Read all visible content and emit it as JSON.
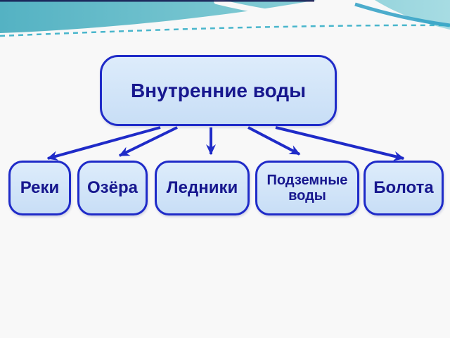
{
  "slide": {
    "background_color": "#f8f8f8",
    "header_wave": {
      "teal_gradient_left": "#54b2c3",
      "teal_gradient_right": "#a7dce3",
      "accent_band_color": "#2e9fc4",
      "dotted_line_color": "#35aec6",
      "top_edge_line_color": "#10104a"
    },
    "diagram": {
      "root": {
        "label": "Внутренние воды"
      },
      "children": [
        {
          "label": "Реки"
        },
        {
          "label": "Озёра"
        },
        {
          "label": "Ледники"
        },
        {
          "label": "Подземные воды"
        },
        {
          "label": "Болота"
        }
      ],
      "colors": {
        "box_fill": "#cfe3f8",
        "box_border": "#1f2bc8",
        "label_text": "#17178e",
        "arrow": "#1f2bc8"
      }
    }
  }
}
